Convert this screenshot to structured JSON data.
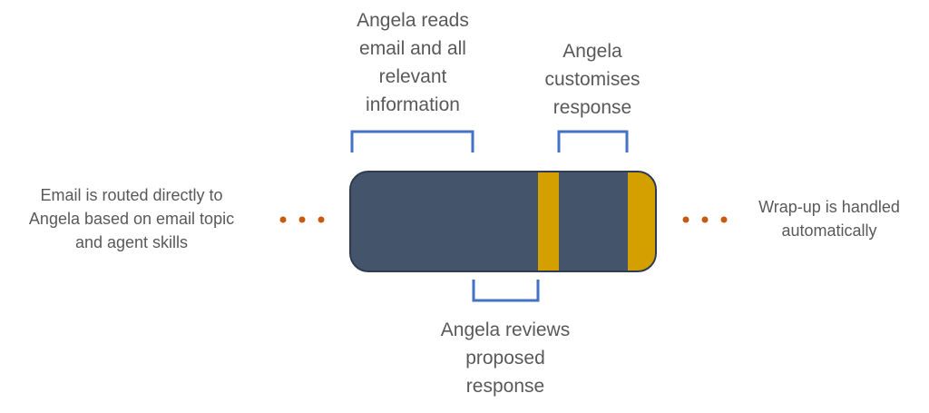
{
  "steps": {
    "routing": "Email is routed directly to\nAngela based on email topic\nand agent skills",
    "reads": "Angela reads\nemail and all\nrelevant\ninformation",
    "reviews": "Angela reviews\nproposed\nresponse",
    "customises": "Angela\ncustomises\nresponse",
    "wrapup": "Wrap-up is handled\nautomatically"
  },
  "colors": {
    "bar": "#44546A",
    "highlight": "#D4A000",
    "bracket": "#4472C4",
    "dots": "#C55A11",
    "text": "#595959"
  }
}
